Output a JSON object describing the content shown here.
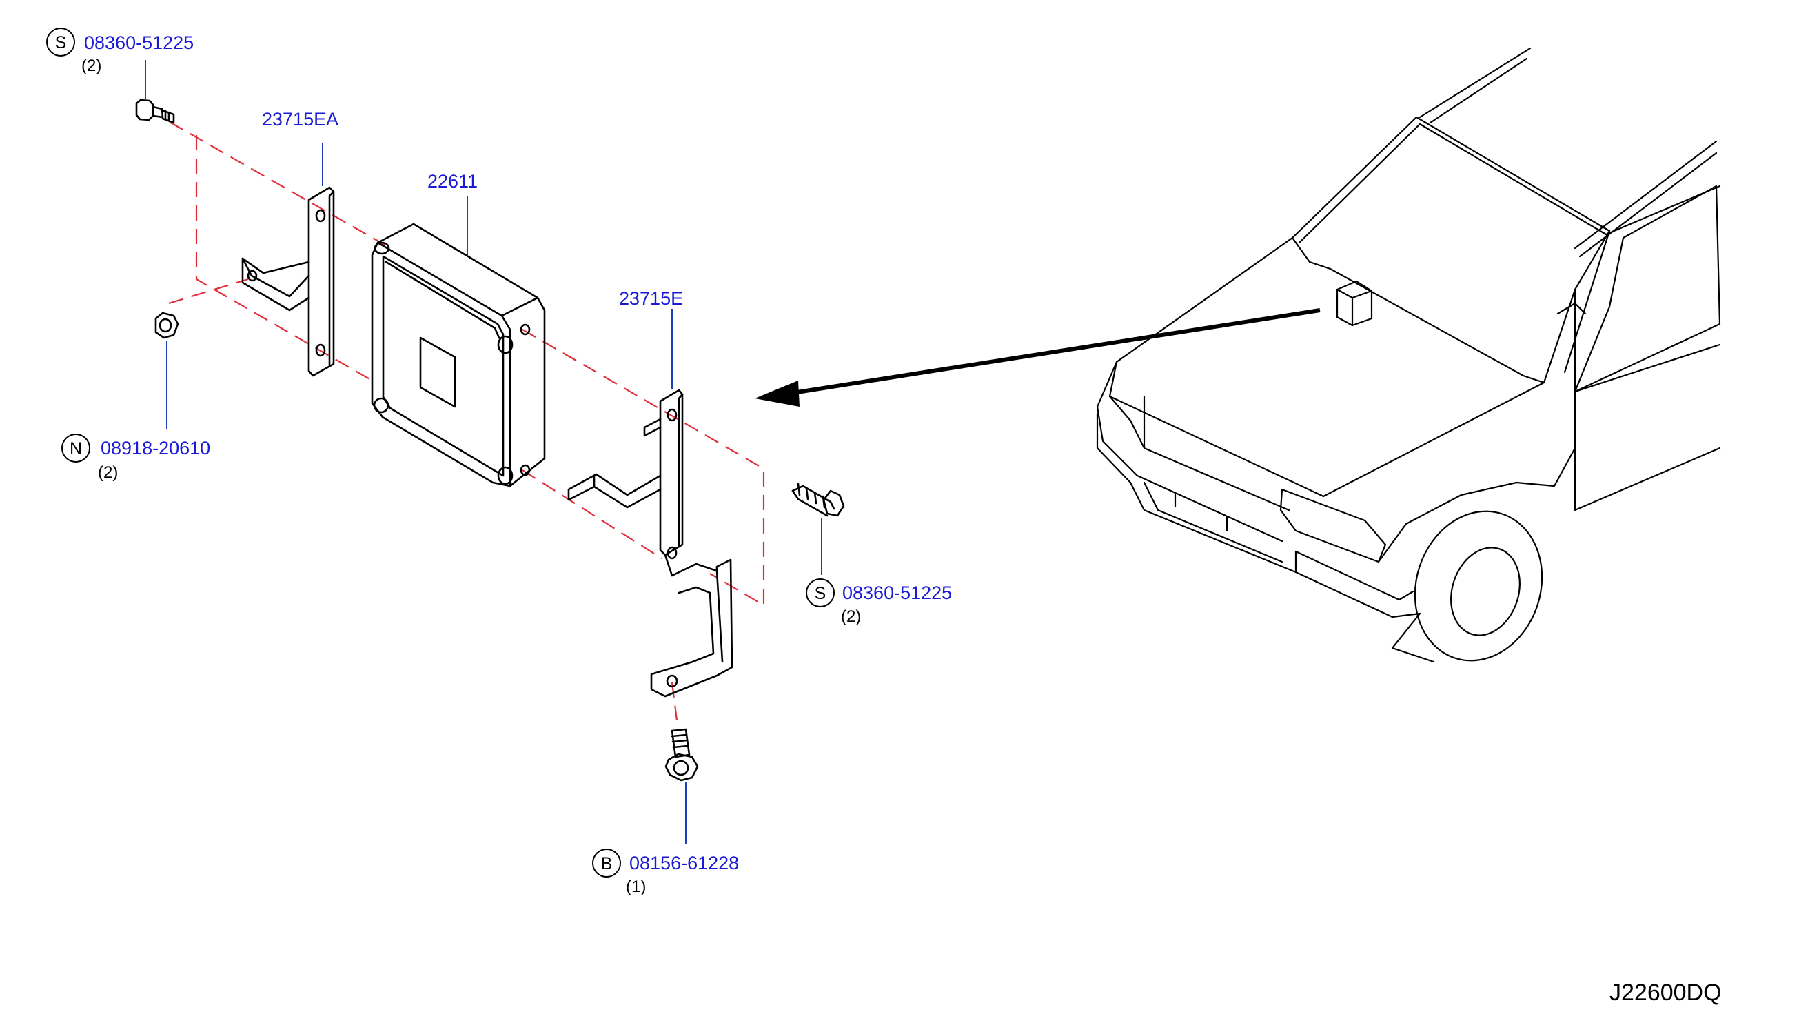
{
  "parts": {
    "bolt_top": {
      "prefix": "S",
      "number": "08360-51225",
      "qty": "(2)"
    },
    "bracket_left": {
      "number": "23715EA"
    },
    "control_unit": {
      "number": "22611"
    },
    "nut": {
      "prefix": "N",
      "number": "08918-20610",
      "qty": "(2)"
    },
    "bracket_right": {
      "number": "23715E"
    },
    "bolt_right": {
      "prefix": "S",
      "number": "08360-51225",
      "qty": "(2)"
    },
    "bolt_bottom": {
      "prefix": "B",
      "number": "08156-61228",
      "qty": "(1)"
    }
  },
  "figure_code": "J22600DQ",
  "colors": {
    "part_number": "#1a1ad6",
    "leader_line": "#1f3fb8",
    "dash_line": "#e0303a",
    "line_art": "#000000"
  }
}
